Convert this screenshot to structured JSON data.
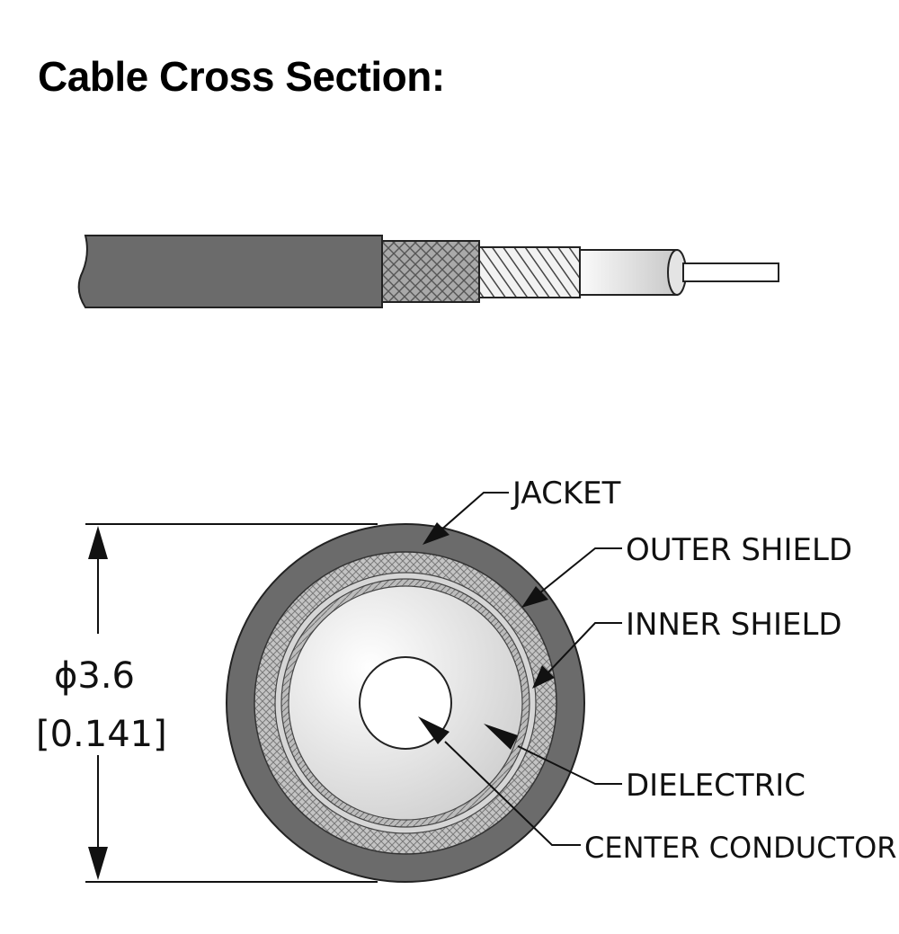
{
  "title": "Cable Cross Section:",
  "labels": {
    "jacket": "JACKET",
    "outer_shield": "OUTER SHIELD",
    "inner_shield": "INNER SHIELD",
    "dielectric": "DIELECTRIC",
    "center_conductor": "CENTER CONDUCTOR"
  },
  "dimension": {
    "metric": "ϕ3.6",
    "imperial": "[0.141]"
  },
  "colors": {
    "jacket": "#6b6b6b",
    "shield": "#b5b5b5",
    "dielectric": "#e8e8e8",
    "conductor": "#ffffff",
    "line": "#111111"
  }
}
